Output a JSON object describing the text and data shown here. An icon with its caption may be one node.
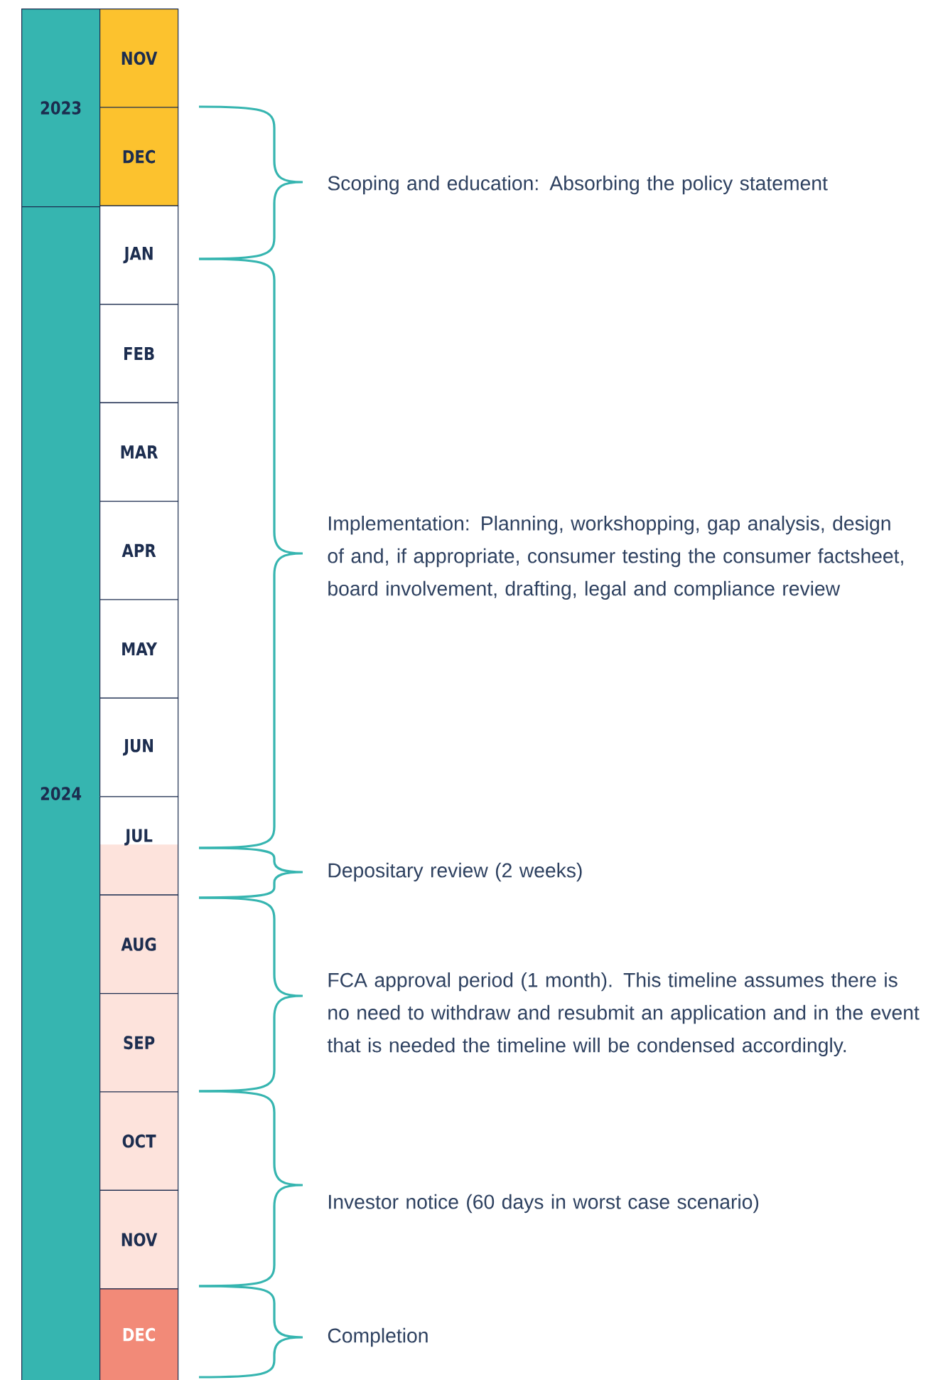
{
  "diagram": {
    "nodes": [
      {
        "text": [
          "2023"
        ]
      },
      {
        "text": [
          "2024"
        ]
      },
      {
        "text": [
          "NOV"
        ]
      },
      {
        "text": [
          "DEC"
        ]
      },
      {
        "text": [
          "JAN"
        ]
      },
      {
        "text": [
          "FEB"
        ]
      },
      {
        "text": [
          "MAR"
        ]
      },
      {
        "text": [
          "APR"
        ]
      },
      {
        "text": [
          "MAY"
        ]
      },
      {
        "text": [
          "JUN"
        ]
      },
      {
        "text": [
          "JUL"
        ]
      },
      {
        "text": [
          "AUG"
        ]
      },
      {
        "text": [
          "SEP"
        ]
      },
      {
        "text": [
          "OCT"
        ]
      },
      {
        "text": [
          "NOV"
        ]
      },
      {
        "text": [
          "DEC"
        ]
      }
    ],
    "labels": [
      "Scoping and education: Absorbing the policy statement",
      "Implementation: Planning, workshopping, gap analysis, design of and, if appropriate, consumer testing the consumer factsheet, board involvement, drafting, legal and compliance review",
      "Depositary review (2 weeks)",
      "FCA approval period (1 month). This timeline assumes there is no need to withdraw and resubmit an application and in the event that is needed the timeline will be condensed accordingly.",
      "Investor notice (60 days in worst case scenario)",
      "Completion"
    ]
  }
}
